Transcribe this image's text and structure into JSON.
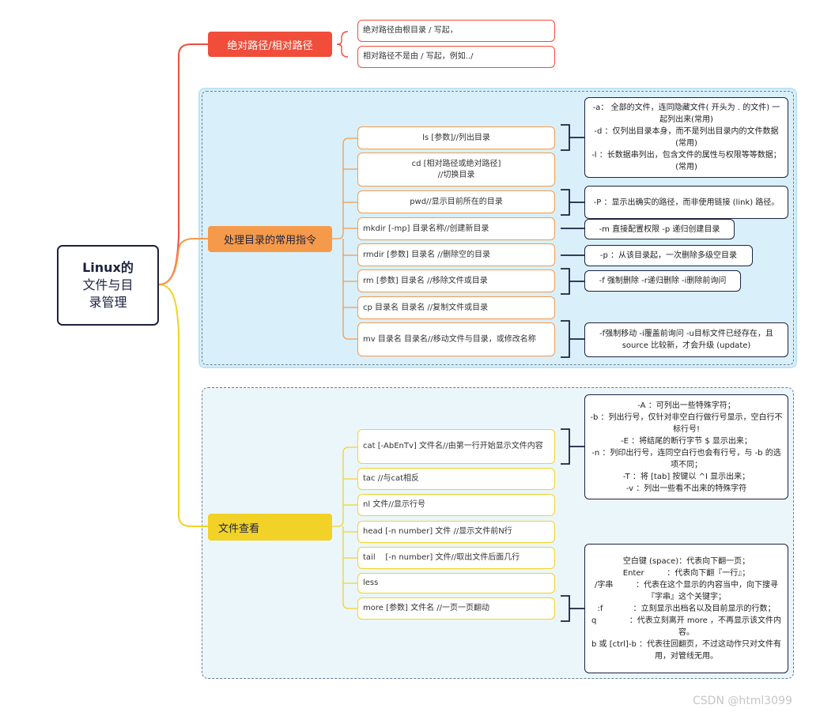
{
  "root": {
    "title_line1": "Linux的",
    "title_line2": "文件与目",
    "title_line3": "录管理"
  },
  "branches": {
    "path": {
      "label": "绝对路径/相对路径",
      "items": [
        "绝对路径由根目录 / 写起，",
        "相对路径不是由 / 写起，例如../"
      ]
    },
    "dir": {
      "label": "处理目录的常用指令",
      "commands": [
        "ls [参数]//列出目录",
        "cd [相对路径或绝对路径]\n//切换目录",
        "pwd//显示目前所在的目录",
        "mkdir [-mp] 目录名称//创建新目录",
        "rmdir  [参数] 目录名 //删除空的目录",
        "rm [参数] 目录名 //移除文件或目录",
        "cp 目录名 目录名 //复制文件或目录",
        "mv 目录名 目录名//移动文件与目录，或修改名称"
      ],
      "notes": {
        "ls": [
          "-a： 全部的文件，连同隐藏文件( 开头为 . 的文件) 一起列出来(常用)",
          "-d ：仅列出目录本身，而不是列出目录内的文件数据(常用)",
          "-l ：长数据串列出，包含文件的属性与权限等等数据；(常用)"
        ],
        "pwd": [
          "-P ：显示出确实的路径，而非使用链接 (link) 路径。"
        ],
        "mkdir": [
          "-m 直接配置权限 -p 递归创建目录"
        ],
        "rmdir": [
          "-p ：从该目录起，一次删除多级空目录"
        ],
        "rm": [
          "-f 强制删除 -r递归删除 -i删除前询问"
        ],
        "mv": [
          "-f强制移动 -i覆盖前询问 -u目标文件已经存在，且 source 比较新，才会升级 (update)"
        ]
      }
    },
    "view": {
      "label": "文件查看",
      "commands": [
        "cat [-AbEnTv] 文件名//由第一行开始显示文件内容",
        "tac //与cat相反",
        "nl  文件//显示行号",
        "head [-n number] 文件 //显示文件前N行",
        "tail    [-n number] 文件//取出文件后面几行",
        "less",
        "more [参数] 文件名 //一页一页翻动"
      ],
      "notes": {
        "cat": [
          "-A ：可列出一些特殊字符；",
          "-b ：列出行号，仅针对非空白行做行号显示，空白行不标行号!",
          "-E ：将结尾的断行字节 $ 显示出来；",
          "-n ：列印出行号，连同空白行也会有行号，与 -b 的选项不同；",
          "-T ：将 [tab] 按键以 ^I 显示出来；",
          "-v ：列出一些看不出来的特殊字符"
        ],
        "more": [
          "空白键 (space)：代表向下翻一页；",
          "Enter         ：代表向下翻『一行』；",
          "/字串         ：代表在这个显示的内容当中，向下搜寻『字串』这个关键字；",
          ":f            ：立刻显示出档名以及目前显示的行数；",
          "q             ：代表立刻离开 more ，不再显示该文件内容。",
          "b 或 [ctrl]-b ：代表往回翻页，不过这动作只对文件有用，对管线无用。"
        ]
      }
    }
  },
  "watermark": "CSDN @html3099",
  "colors": {
    "red": "#f14d3b",
    "orange": "#f59a4a",
    "yellow": "#f2d227",
    "navy": "#1d2240",
    "region_blue": "#d9f0fb"
  }
}
